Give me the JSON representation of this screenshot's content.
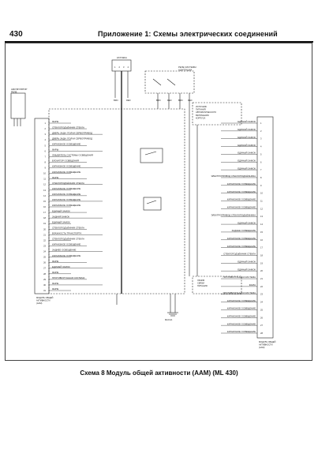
{
  "page": {
    "number": "430",
    "header_title": "Приложение 1: Схемы электрических соединений",
    "caption": "Схема 8 Модуль общей активности (AAM) (ML 430)"
  },
  "diagram": {
    "top_connector": {
      "label": "КАТУШКА",
      "pins": [
        "1",
        "2",
        "3",
        "4"
      ]
    },
    "left_block": {
      "label": "АККУМУЛЯТОР\nРЕЛЕ"
    },
    "relay": {
      "label": "РЕЛЕ СИСТЕМЫ\nАДАПТАЦИИ"
    },
    "wire_codes_top": [
      "BRN",
      "RED",
      "BRN",
      "RED",
      "BRN",
      "RED"
    ],
    "note_block": "ИСТОЧНИК\nПИТАНИЯ\nАВТОМАТИЧЕСКОГО\nВКЛЮЧЕНИЯ\nКОРПУСА",
    "left_items": [
      "ФАРЫ",
      "СТЕКЛОПОДЪЁМНИК СТЕКЛА",
      "ДВЕРЬ ЗАДН. ПОЛКИ СЕРВОПРИВОД",
      "ДВЕРЬ ЗАДН. ПОЛКИ СЕРВОПРИВОД",
      "КАРНИЗНОЕ ОСВЕЩЕНИЕ",
      "ФАРЫ",
      "ОМЫВАТЕЛЬ СИСТЕМЫ ОСВЕЩЕНИЯ",
      "БЛОКАТОР ОСВЕЩЕНИЯ",
      "КАРНИЗНОЕ ОСВЕЩЕНИЕ",
      "КАРНИЗНОЕ ОСВЕЩЕНИЕ",
      "ФАРЫ",
      "СТЕКЛОПОДЪЁМНИК СТЕКЛА",
      "КАРНИЗНОЕ ОСВЕЩЕНИЕ",
      "КАРНИЗНОЕ ОСВЕЩЕНИЕ",
      "КАРНИЗНОЕ ОСВЕЩЕНИЕ",
      "КАРНИЗНОЕ ОСВЕЩЕНИЕ",
      "ЕДИНЫЙ ЗАМОК",
      "ЗАДНИЙ ЗАМОК",
      "ЕДИНЫЙ ЗАМОК",
      "СТЕКЛОПОДЪЁМНИК СТЕКЛА",
      "ВЛАЖНОСТЬ ТРАНСПОРТА",
      "СТЕКЛОПОДЪЁМНИК СТЕКЛА",
      "КАРНИЗНОЕ ОСВЕЩЕНИЕ",
      "ЗАДНЕЕ ОСВЕЩЕНИЕ",
      "КАРНИЗНОЕ ОСВЕЩЕНИЕ",
      "ФАРЫ",
      "ЕДИНЫЙ ЗАМОК",
      "ФАРЫ",
      "ПРОТИВОУГОННАЯ СИСТЕМА",
      "ФАРЫ",
      "ФАРЫ"
    ],
    "right_items": [
      "ЕДИНЫЙ ЗАМОК",
      "ЕДИНЫЙ ЗАМОК",
      "ЕДИНЫЙ ЗАМОК",
      "ЕДИНЫЙ ЗАМОК",
      "ЕДИНЫЙ ЗАМОК",
      "ЕДИНЫЙ ЗАМОК",
      "ЕДИНЫЙ ЗАМОК",
      "ЭЛЕКТРОПРИВОД СТЕКЛОПОДЪЁМНИКА",
      "КАРНИЗНОЕ ОСВЕЩЕНИЕ",
      "КАРНИЗНОЕ ОСВЕЩЕНИЕ",
      "КАРНИЗНОЕ ОСВЕЩЕНИЕ",
      "КАРНИЗНОЕ ОСВЕЩЕНИЕ",
      "ЭЛЕКТРОПРИВОД СТЕКЛОПОДЪЁМНИКА",
      "ЕДИНЫЙ ЗАМОК",
      "ЗАДНЕЕ ОСВЕЩЕНИЕ",
      "КАРНИЗНОЕ ОСВЕЩЕНИЕ",
      "КАРНИЗНОЕ ОСВЕЩЕНИЕ",
      "СТЕКЛОПОДЪЁМНИК СТЕКЛА",
      "ЕДИНЫЙ ЗАМОК",
      "ЕДИНЫЙ ЗАМОК",
      "ПРОТИВОУГОННАЯ СИСТЕМА",
      "ФАРЫ",
      "ПРОТИВОУГОННАЯ СИСТЕМА",
      "КАРНИЗНОЕ ОСВЕЩЕНИЕ",
      "КАРНИЗНОЕ ОСВЕЩЕНИЕ",
      "КАРНИЗНОЕ ОСВЕЩЕНИЕ",
      "КАРНИЗНОЕ ОСВЕЩЕНИЕ",
      "КАРНИЗНОЕ ОСВЕЩЕНИЕ"
    ],
    "left_connector_label": "МОДУЛЬ ОБЩЕЙ\nАКТИВНОСТИ\n(AAM)",
    "right_connector_label": "МОДУЛЬ ОБЩЕЙ\nАКТИВНОСТИ\n(AAM)",
    "ground_label": "МАССА",
    "center_note": "ЛИНИЯ\nСВЯЗИ\nПИТАНИЯ"
  }
}
